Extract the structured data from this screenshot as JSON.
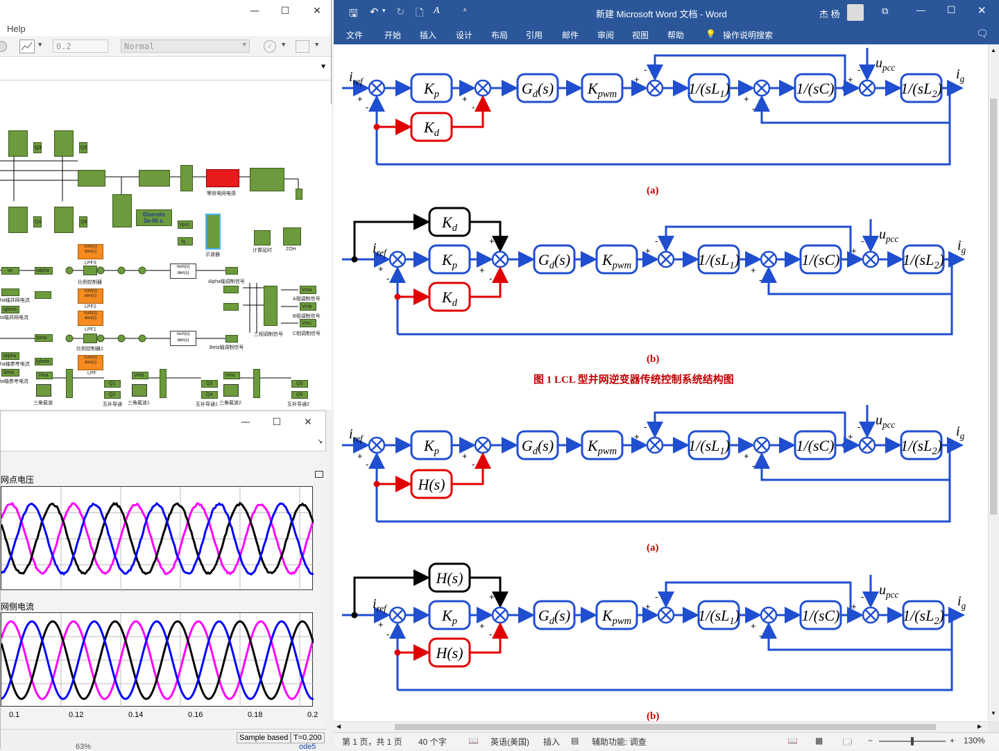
{
  "simulink": {
    "menu_help": "Help",
    "stop_time": "0.2",
    "sim_mode": "Normal",
    "labels": {
      "equiv_grid": "等效电网电感",
      "discrete": "Discrete",
      "discrete_ts": "2e-06 s.",
      "scope": "示波器",
      "calc_delay": "计算延时",
      "zoh": "ZOH",
      "vpcc": "Vpcc",
      "ig": "Ig",
      "lpf3": "LPF3",
      "lpf2": "LPF2",
      "lpf1": "LPF1",
      "lpf": "LPF",
      "numden": "num(s)",
      "den": "den(s)",
      "pid": "比例控制器",
      "pid1": "比例控制器1",
      "alpha_mod": "Alpha轴调制信号",
      "beta_mod": "Beta轴调制信号",
      "a_mod": "A相调制信号",
      "b_mod": "B相调制信号",
      "c_mod": "C相调制信号",
      "three_phase": "三相调制信号",
      "tri": "三角载波",
      "tri1": "三角载波1",
      "tri2": "三角载波2",
      "comp": "互补导通",
      "comp1": "互补导通1",
      "comp2": "互补导通2",
      "ialpha_grid": "ha轴并网电流",
      "ibeta_grid": "ta轴并网电流",
      "ialpha_ref": "ha轴参考电流",
      "ibeta_ref": "ta轴参考电流",
      "vma": "Vma",
      "vmb": "Vmb",
      "vmc": "Vmc",
      "q1": "Q1",
      "q2": "Q2",
      "q3": "Q3",
      "q4": "Q4",
      "q5": "Q5",
      "q6": "Q6",
      "wt": "wt",
      "ialpha": "Ialpha",
      "ibeta": "Ibeta",
      "igbeta": "igbeta",
      "ialpha2": "ialpha",
      "ibeta2": "ibeta"
    }
  },
  "scope": {
    "plot1_title": "网点电压",
    "plot2_title": "网侧电流",
    "x_ticks": [
      "0.1",
      "0.12",
      "0.14",
      "0.16",
      "0.18",
      "0.2"
    ],
    "status_sample": "Sample based",
    "status_time": "T=0.200",
    "under_left": "63%",
    "under_right": "ode5",
    "colors": {
      "phase_a": "#ff00ff",
      "phase_b": "#000000",
      "phase_c": "#0000ff"
    }
  },
  "word": {
    "title": "新建 Microsoft Word 文档  -  Word",
    "user": "杰 杨",
    "tabs": [
      "文件",
      "开始",
      "插入",
      "设计",
      "布局",
      "引用",
      "邮件",
      "审阅",
      "视图",
      "帮助"
    ],
    "tell_me": "操作说明搜索",
    "fig_title": "图 1    LCL 型并网逆变器传统控制系统结构图",
    "cap_a": "(a)",
    "cap_b": "(b)",
    "status": {
      "page": "第 1 页，共 1 页",
      "words": "40 个字",
      "lang": "英语(美国)",
      "mode": "插入",
      "access": "辅助功能: 调查",
      "zoom": "130%"
    },
    "blocks": {
      "kp": "K",
      "kp_sub": "p",
      "kd": "K",
      "kd_sub": "d",
      "gd": "G",
      "gd_sub": "d",
      "gd_tail": "(s)",
      "kpwm": "K",
      "kpwm_sub": "pwm",
      "l1": "1/(sL",
      "l1_sub": "1",
      "l1_tail": ")",
      "c": "1/(sC)",
      "l2": "1/(sL",
      "l2_sub": "2",
      "l2_tail": ")",
      "hs": "H(s)",
      "iref": "i",
      "iref_sub": "ref",
      "upcc": "u",
      "upcc_sub": "pcc",
      "ig": "i",
      "ig_sub": "g"
    }
  }
}
